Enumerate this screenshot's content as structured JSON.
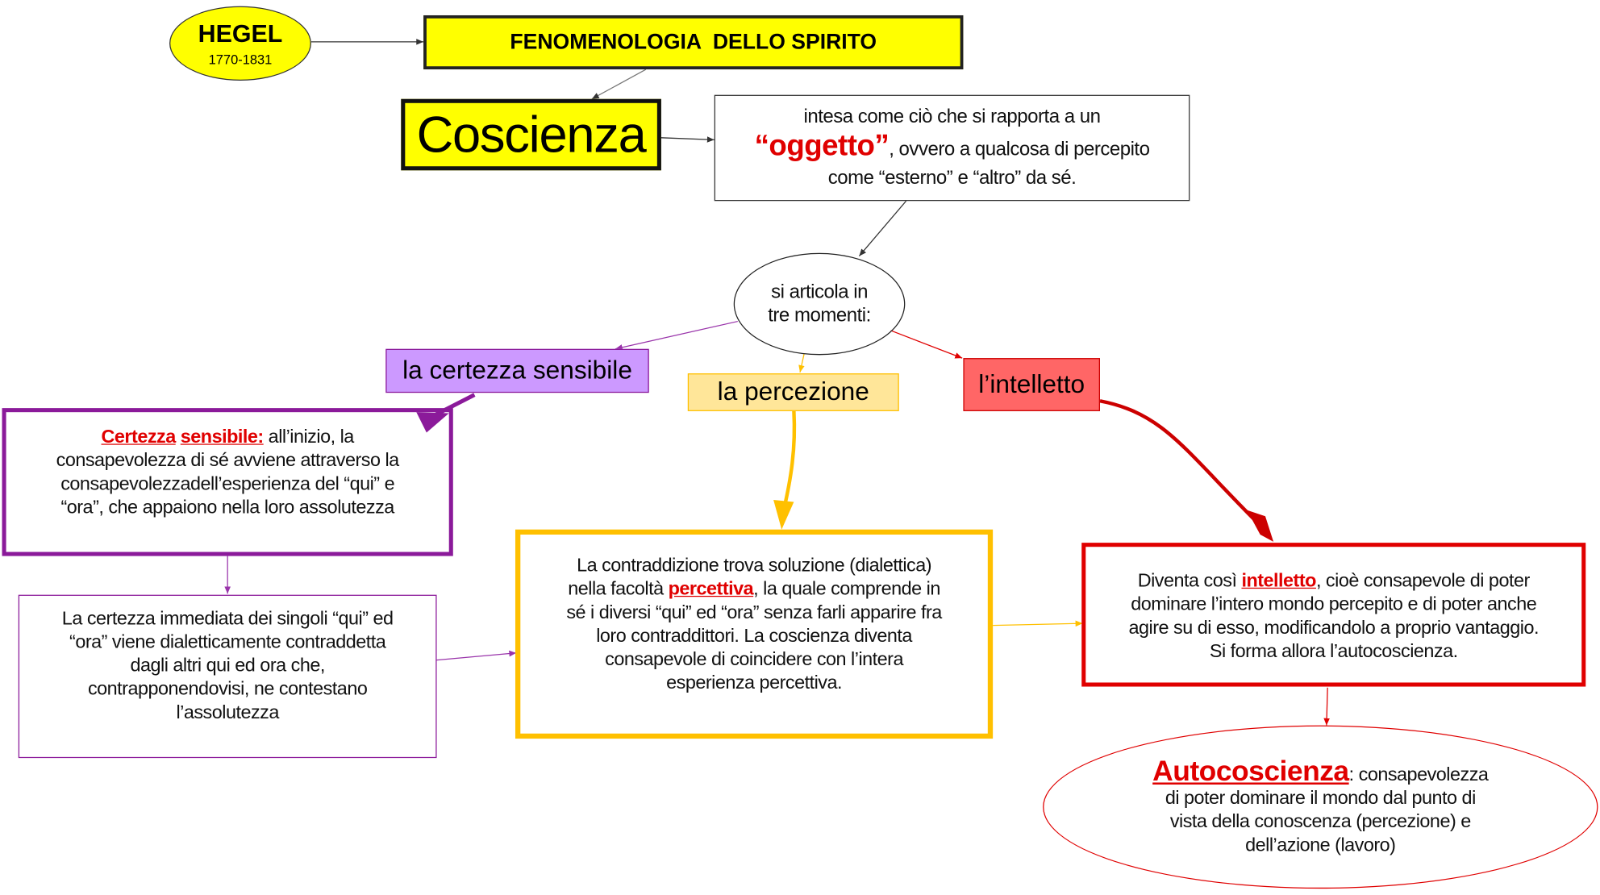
{
  "author": {
    "name": "HEGEL",
    "years": "1770-1831"
  },
  "title": "FENOMENOLOGIA  DELLO SPIRITO",
  "coscienza": "Coscienza",
  "definition": {
    "line1": "intesa come ciò che si rapporta a un",
    "highlight": "“oggetto”",
    "line2": ", ovvero a qualcosa di percepito",
    "line3": "come “esterno” e “altro” da sé."
  },
  "hub": {
    "line1": "si articola in",
    "line2": "tre momenti:"
  },
  "moments": {
    "certezza": "la certezza sensibile",
    "percezione": "la percezione",
    "intelletto": "l’intelletto"
  },
  "certezza_box": {
    "highlight1": "Certezza",
    "highlight2": "sensibile:",
    "text1": " all’inizio, la",
    "text2": "consapevolezza di sé avviene attraverso la",
    "text3": "consapevolezzadell’esperienza del “qui”  e",
    "text4": "“ora”, che appaiono nella loro assolutezza"
  },
  "contraddizione_box": {
    "text1": "La certezza immediata dei singoli “qui” ed",
    "text2": "“ora” viene dialetticamente contraddetta",
    "text3": "dagli altri qui ed ora che,",
    "text4": "contrapponendovisi, ne contestano",
    "text5": "l’assolutezza"
  },
  "percezione_box": {
    "text1": "La contraddizione trova soluzione (dialettica)",
    "text2a": "nella facoltà ",
    "highlight": "percettiva",
    "text2b": ", la quale comprende in",
    "text3": "sé i diversi “qui” ed “ora” senza farli apparire fra",
    "text4": "loro contraddittori. La coscienza diventa",
    "text5": "consapevole di coincidere con l’intera",
    "text6": "esperienza percettiva."
  },
  "intelletto_box": {
    "text1a": "Diventa così ",
    "highlight": "intelletto",
    "text1b": ", cioè consapevole di poter",
    "text2": "dominare l’intero mondo percepito e di poter anche",
    "text3": "agire su di esso, modificandolo a proprio vantaggio.",
    "text4": "Si forma allora l’autocoscienza."
  },
  "autocoscienza": {
    "highlight": "Autocoscienza",
    "text1": ": consapevolezza",
    "text2": "di poter dominare il mondo dal punto di",
    "text3": "vista della conoscenza (percezione) e",
    "text4": "dell’azione (lavoro)"
  },
  "colors": {
    "yellow": "#ffff00",
    "purple": "#8b1a9a",
    "lilac": "#cc99ff",
    "gold": "#ffc000",
    "lightgold": "#ffe699",
    "red": "#e00000",
    "salmon": "#ff6666"
  }
}
